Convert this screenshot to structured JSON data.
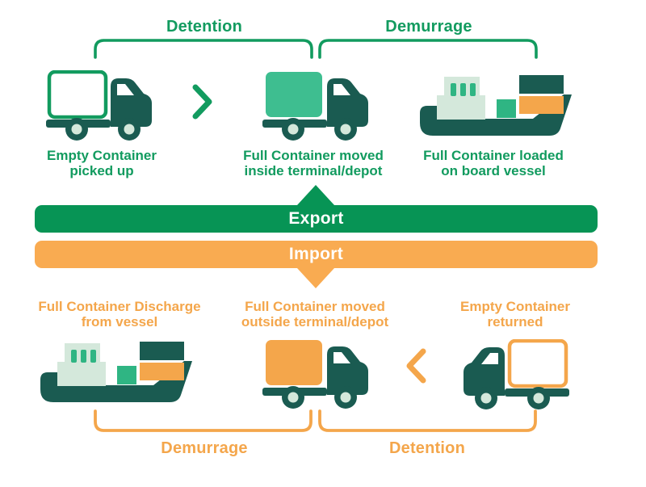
{
  "diagram_title": "Detention and Demurrage container flow",
  "colors": {
    "brand_green": "#129B5F",
    "export_bar_green": "#079455",
    "dark_teal": "#1A5B51",
    "container_green": "#3EBE90",
    "pale_green": "#D4E8DB",
    "orange": "#F4A64B",
    "import_bar_orange": "#F9AB51",
    "white": "#FFFFFF"
  },
  "top": {
    "detention_bracket_label": "Detention",
    "demurrage_bracket_label": "Demurrage",
    "steps": [
      {
        "icon": "truck-empty-container-icon",
        "caption": "Empty Container\npicked up"
      },
      {
        "icon": "truck-full-container-icon",
        "caption": "Full Container moved\ninside terminal/depot"
      },
      {
        "icon": "cargo-ship-icon",
        "caption": "Full Container loaded\non board vessel"
      }
    ]
  },
  "middle": {
    "export_label": "Export",
    "import_label": "Import"
  },
  "bottom": {
    "demurrage_bracket_label": "Demurrage",
    "detention_bracket_label": "Detention",
    "steps": [
      {
        "icon": "cargo-ship-icon",
        "caption": "Full Container Discharge\nfrom vessel"
      },
      {
        "icon": "truck-full-container-icon",
        "caption": "Full Container moved\noutside terminal/depot"
      },
      {
        "icon": "truck-empty-container-icon",
        "caption": "Empty Container\nreturned"
      }
    ]
  }
}
